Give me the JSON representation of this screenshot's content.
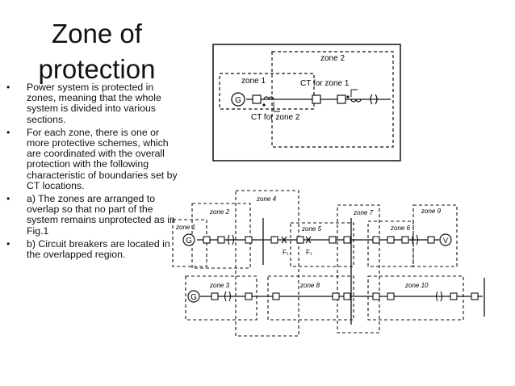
{
  "slide": {
    "title_line1": "Zone of",
    "title_line2": "protection",
    "bullets": [
      {
        "marker": "•",
        "text": "Power system is protected in zones, meaning that the whole system is divided into various sections."
      },
      {
        "marker": "•",
        "text": "For each zone, there is  one or more protective schemes, which  are  coordinated  with the  overall  protection  with the  following  characteristic of boundaries set by CT locations."
      },
      {
        "marker": "•",
        "text": "a)         The zones are arranged to overlap so that no part of the system remains unprotected as in Fig.1"
      },
      {
        "marker": "•",
        "text": "b)         Circuit breakers are located in the overlapped region."
      }
    ]
  },
  "fig_ct": {
    "zone1_label": "zone 1",
    "zone2_label": "zone 2",
    "ct_zone1_label": "CT for zone 1",
    "ct_zone2_label": "CT for zone 2",
    "generator_label": "G"
  },
  "fig_zones": {
    "zone_labels": {
      "z1": "zone 1",
      "z2": "zone 2",
      "z3": "zone 3",
      "z4": "zone 4",
      "z5": "zone 5",
      "z6": "zone 6",
      "z7": "zone 7",
      "z8": "zone 8",
      "z9": "zone 9",
      "z10": "zone 10"
    },
    "gen_top": "G",
    "gen_bottom": "G",
    "motor_label": "V",
    "fault1_label": "F₁",
    "fault2_label": "F₁"
  }
}
